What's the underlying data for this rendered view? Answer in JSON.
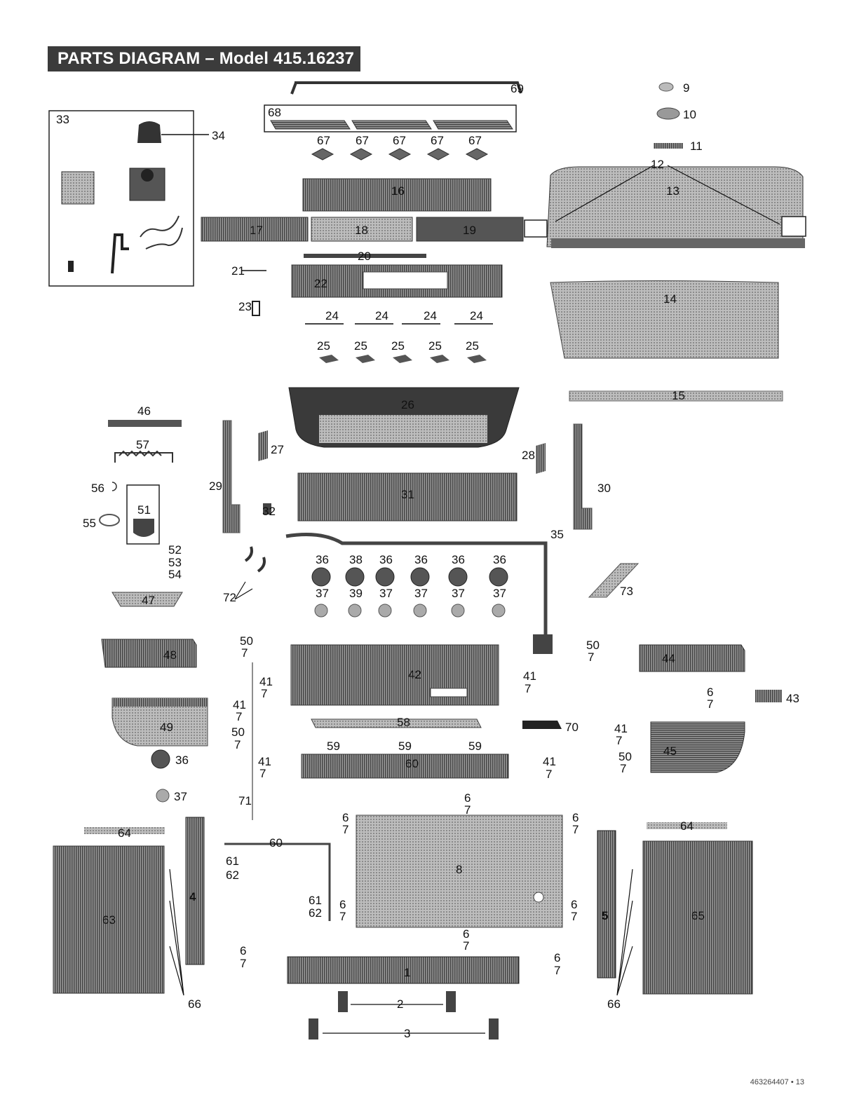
{
  "title": "PARTS DIAGRAM – Model 415.16237",
  "footer": "463264407 • 13",
  "parts": [
    {
      "label": "9"
    },
    {
      "label": "10"
    },
    {
      "label": "11"
    },
    {
      "label": "12"
    },
    {
      "label": "13"
    },
    {
      "label": "14"
    },
    {
      "label": "15"
    },
    {
      "label": "16"
    },
    {
      "label": "17"
    },
    {
      "label": "18"
    },
    {
      "label": "19"
    },
    {
      "label": "20"
    },
    {
      "label": "21"
    },
    {
      "label": "22"
    },
    {
      "label": "23"
    },
    {
      "label": "24"
    },
    {
      "label": "25"
    },
    {
      "label": "26"
    },
    {
      "label": "27"
    },
    {
      "label": "28"
    },
    {
      "label": "29"
    },
    {
      "label": "30"
    },
    {
      "label": "31"
    },
    {
      "label": "32"
    },
    {
      "label": "33"
    },
    {
      "label": "34"
    },
    {
      "label": "35"
    },
    {
      "label": "36"
    },
    {
      "label": "37"
    },
    {
      "label": "38"
    },
    {
      "label": "39"
    },
    {
      "label": "41"
    },
    {
      "label": "42"
    },
    {
      "label": "43"
    },
    {
      "label": "44"
    },
    {
      "label": "45"
    },
    {
      "label": "46"
    },
    {
      "label": "47"
    },
    {
      "label": "48"
    },
    {
      "label": "49"
    },
    {
      "label": "50"
    },
    {
      "label": "51"
    },
    {
      "label": "52"
    },
    {
      "label": "53"
    },
    {
      "label": "54"
    },
    {
      "label": "55"
    },
    {
      "label": "56"
    },
    {
      "label": "57"
    },
    {
      "label": "58"
    },
    {
      "label": "59"
    },
    {
      "label": "60"
    },
    {
      "label": "61"
    },
    {
      "label": "62"
    },
    {
      "label": "63"
    },
    {
      "label": "64"
    },
    {
      "label": "65"
    },
    {
      "label": "66"
    },
    {
      "label": "67"
    },
    {
      "label": "68"
    },
    {
      "label": "69"
    },
    {
      "label": "70"
    },
    {
      "label": "71"
    },
    {
      "label": "72"
    },
    {
      "label": "73"
    },
    {
      "label": "1"
    },
    {
      "label": "2"
    },
    {
      "label": "3"
    },
    {
      "label": "4"
    },
    {
      "label": "5"
    },
    {
      "label": "6"
    },
    {
      "label": "7"
    },
    {
      "label": "8"
    }
  ]
}
